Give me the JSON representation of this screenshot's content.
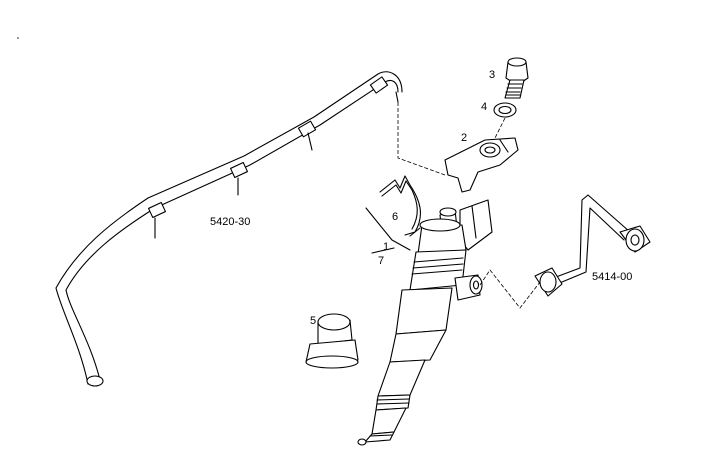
{
  "labels": {
    "bolt": "3",
    "washer": "4",
    "clamp": "2",
    "spring_clip": "6",
    "injector_top": "1",
    "injector_bottom": "7",
    "seal_sleeve": "5",
    "return_hose": "5420-30",
    "fuel_pipe": "5414-00"
  }
}
